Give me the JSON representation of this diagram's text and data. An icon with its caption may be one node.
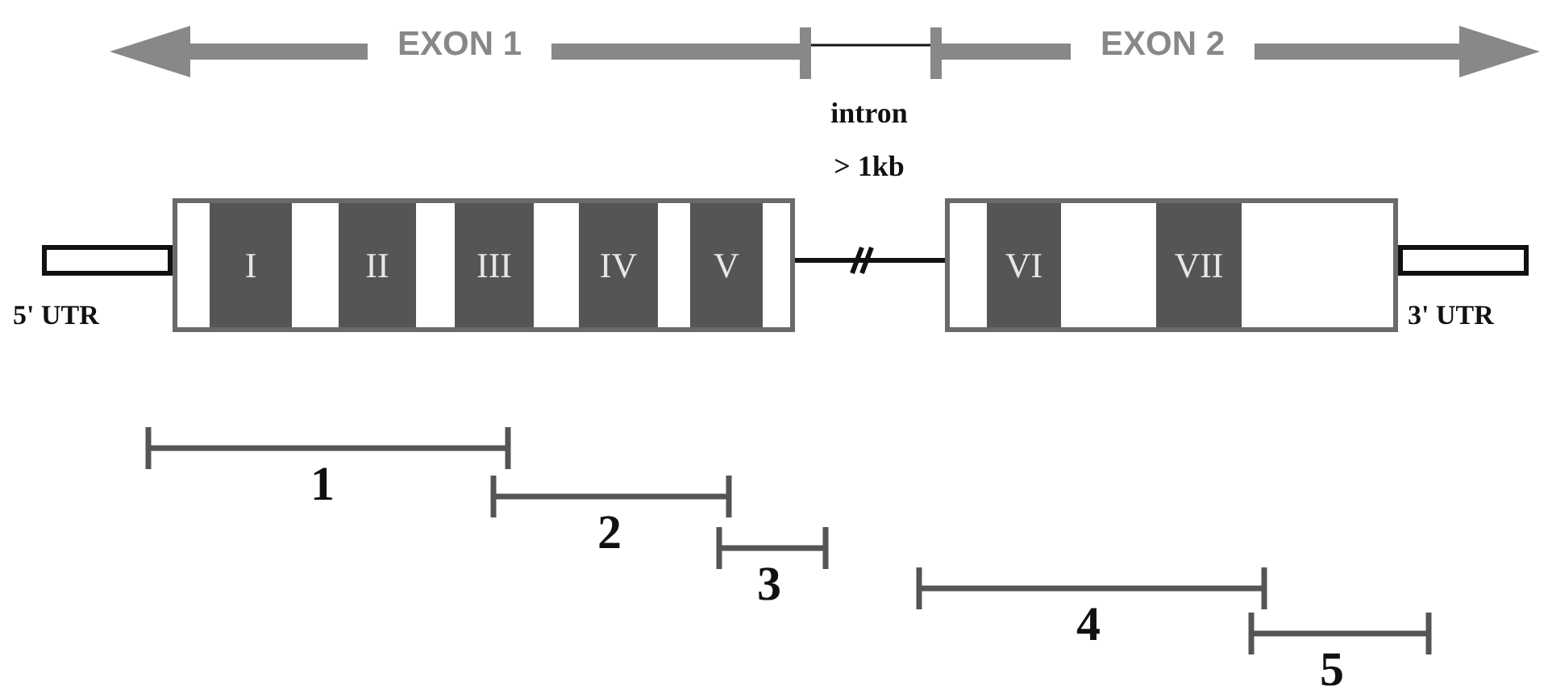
{
  "diagram": {
    "nodes": [
      {
        "text": [
          "5' UTR"
        ]
      },
      {
        "text": [],
        "shape": "box"
      },
      {
        "text": [
          "I"
        ],
        "in": 1
      },
      {
        "text": [
          "II"
        ],
        "in": 1
      },
      {
        "text": [
          "III"
        ],
        "in": 1
      },
      {
        "text": [
          "IV"
        ],
        "in": 1
      },
      {
        "text": [
          "V"
        ],
        "in": 1
      },
      {
        "text": [],
        "shape": "box"
      },
      {
        "text": [
          "VI"
        ],
        "in": 7
      },
      {
        "text": [
          "VII"
        ],
        "in": 7
      },
      {
        "text": [
          "3' UTR"
        ]
      }
    ],
    "edges": [
      {
        "from": 1,
        "to": 7,
        "arrow": "none"
      }
    ],
    "labels": [
      "EXON 1",
      "EXON 2",
      "intron > 1kb",
      "1",
      "2",
      "3",
      "4",
      "5"
    ]
  }
}
